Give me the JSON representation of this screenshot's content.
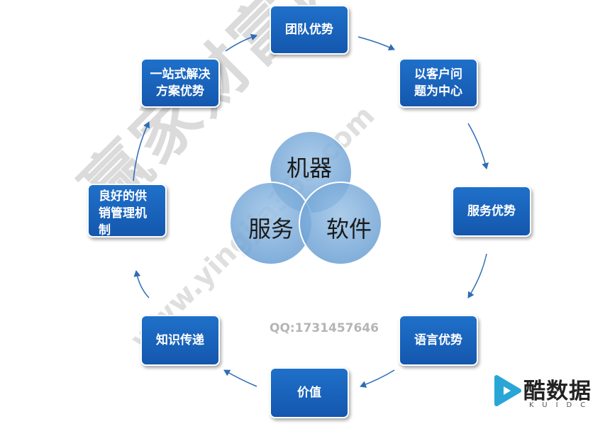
{
  "nodes": {
    "team": "团队优势",
    "customer_line1": "以客户问",
    "customer_line2": "题为中心",
    "service": "服务优势",
    "language": "语言优势",
    "value": "价值",
    "knowledge": "知识传递",
    "supply_line1": "良好的供",
    "supply_line2": "销管理机",
    "supply_line3": "制",
    "onestop_line1": "一站式解决",
    "onestop_line2": "方案优势"
  },
  "venn": {
    "top": "机器",
    "left": "服务",
    "right": "软件"
  },
  "watermark": {
    "brand": "赢家财富网",
    "url": "www.yingjia360.com",
    "qq": "QQ:1731457646"
  },
  "logo": {
    "name": "酷数据",
    "sub": "KUIDC"
  },
  "colors": {
    "node_fill": "#1a63bd",
    "circle_fill": "#7fb0dc",
    "arrow": "#2e6db5"
  }
}
